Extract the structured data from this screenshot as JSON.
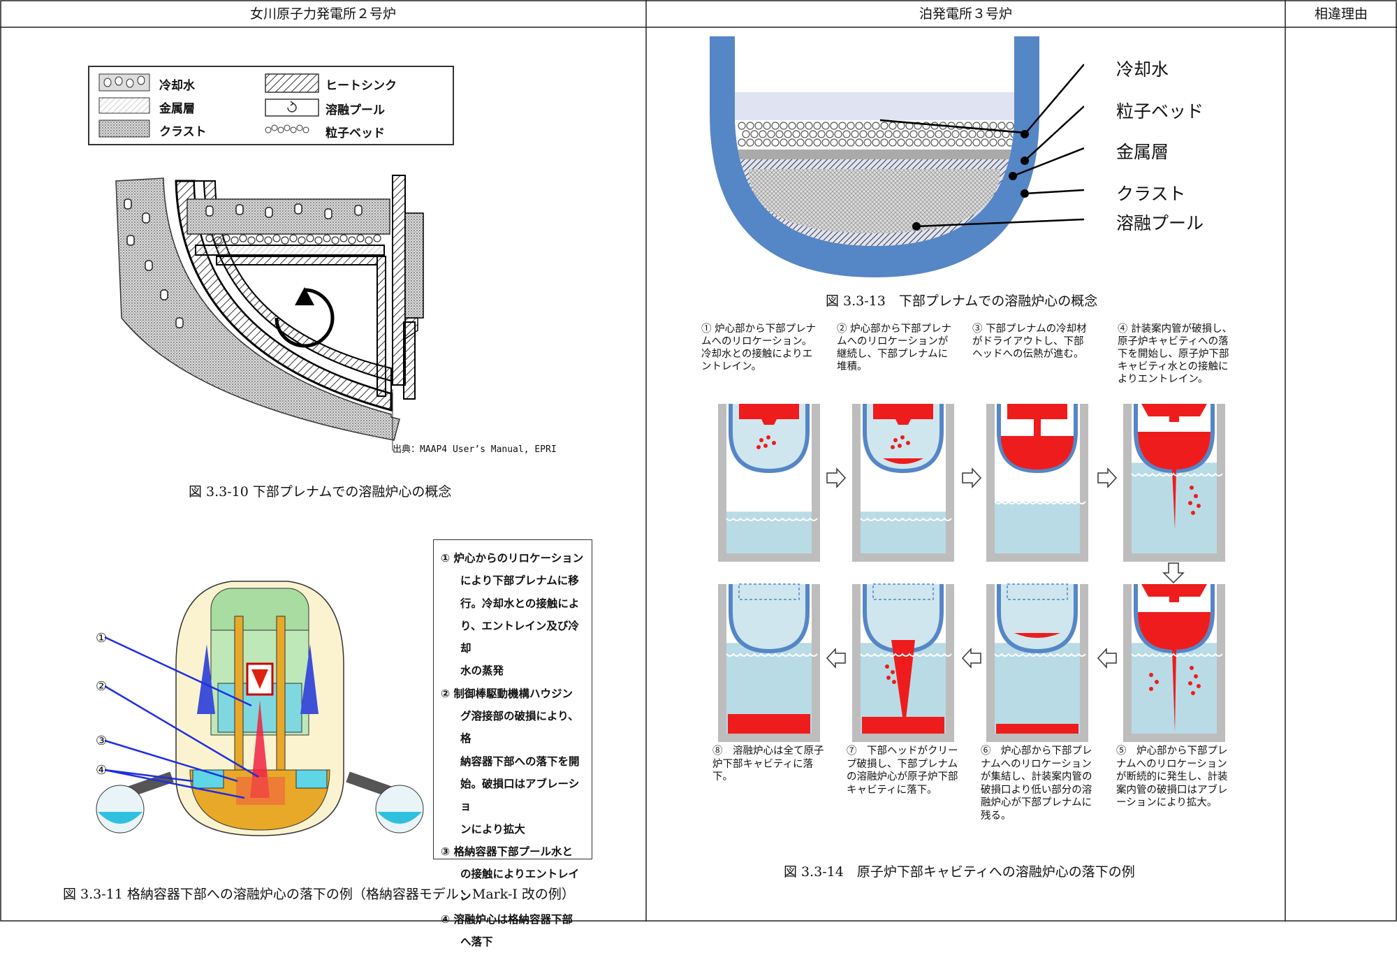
{
  "header": {
    "col_left": "女川原子力発電所２号炉",
    "col_mid": "泊発電所３号炉",
    "col_right": "相違理由"
  },
  "left": {
    "legend": {
      "cooling_water": "冷却水",
      "metal_layer": "金属層",
      "crust": "クラスト",
      "heat_sink": "ヒートシンク",
      "molten_pool": "溶融プール",
      "particle_bed": "粒子ベッド"
    },
    "fig10_source": "出典：MAAP4 User’s Manual, EPRI",
    "fig10_caption": "図 3.3-10 下部プレナムでの溶融炉心の概念",
    "fig11_markers": [
      "①",
      "②",
      "③",
      "④"
    ],
    "fig11_notes": [
      "① 炉心からのリロケーション",
      "により下部プレナムに移",
      "行。冷却水との接触によ",
      "り、エントレイン及び冷却",
      "水の蒸発",
      "② 制御棒駆動機構ハウジン",
      "グ溶接部の破損により、格",
      "納容器下部への落下を開",
      "始。破損口はアブレーショ",
      "ンにより拡大",
      "③ 格納容器下部プール水と",
      "の接触によりエントレイン",
      "④ 溶融炉心は格納容器下部",
      "へ落下"
    ],
    "fig11_caption": "図 3.3-11 格納容器下部への溶融炉心の落下の例（格納容器モデル：Mark-I 改の例）"
  },
  "middle": {
    "fig13_labels": [
      "冷却水",
      "粒子ベッド",
      "金属層",
      "クラスト",
      "溶融プール"
    ],
    "fig13_caption": "図 3.3-13　下部プレナムでの溶融炉心の概念",
    "steps_top": [
      "① 炉心部から下部プレナムへのリロケーション。冷却水との接触によりエントレイン。",
      "② 炉心部から下部プレナムへのリロケーションが継続し、下部プレナムに堆積。",
      "③ 下部プレナムの冷却材がドライアウトし、下部ヘッドへの伝熱が進む。",
      "④ 計装案内管が破損し、原子炉キャビティへの落下を開始し、原子炉下部キャビティ水との接触によりエントレイン。"
    ],
    "steps_bottom": [
      "⑧　溶融炉心は全て原子炉下部キャビティに落下。",
      "⑦　下部ヘッドがクリープ破損し、下部プレナムの溶融炉心が原子炉下部キャビティに落下。",
      "⑥　炉心部から下部プレナムへのリロケーションが集結し、計装案内管の破損口より低い部分の溶融炉心が下部プレナムに残る。",
      "⑤　炉心部から下部プレナムへのリロケーションが断続的に発生し、計装案内管の破損口はアブレーションにより拡大。"
    ],
    "fig14_caption": "図 3.3-14　原子炉下部キャビティへの溶融炉心の落下の例"
  },
  "colors": {
    "melt_red": "#ee1c1c",
    "water_blue": "#b9dbe6",
    "vessel_blue": "#5586c6",
    "wall_gray": "#bdbdbd",
    "pedestal_gold": "#e8a828",
    "shell_cream": "#fbf3cf"
  }
}
